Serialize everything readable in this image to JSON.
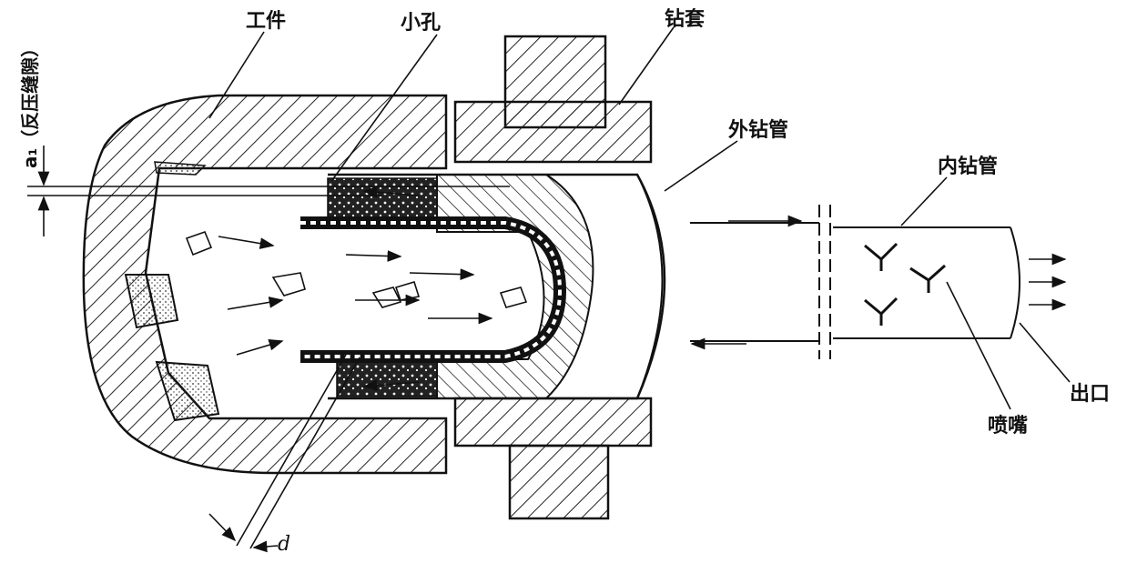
{
  "labels": {
    "workpiece": "工件",
    "small_hole": "小孔",
    "drill_bushing": "钻套",
    "outer_drill_tube": "外钻管",
    "inner_drill_tube": "内钻管",
    "nozzle": "喷嘴",
    "outlet": "出口",
    "gap_label": "a₁（反压缝隙）",
    "diameter_label": "d"
  },
  "colors": {
    "line": "#111111",
    "hatch": "#222222",
    "paper": "#ffffff",
    "chip": "#333333"
  }
}
